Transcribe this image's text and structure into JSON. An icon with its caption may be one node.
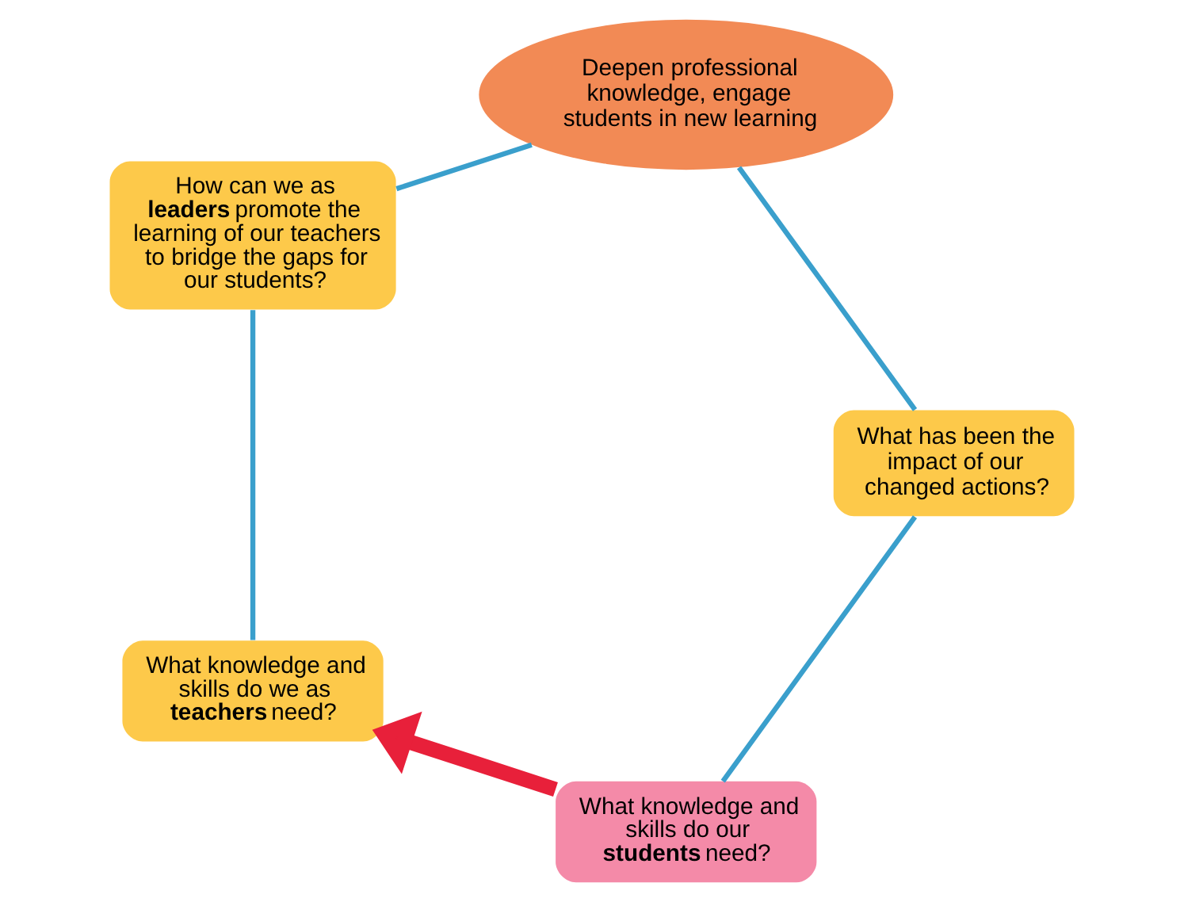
{
  "diagram": {
    "nodes": [
      {
        "text": [
          "What knowledge and skills do our **students** need?"
        ]
      },
      {
        "text": [
          "What knowledge and skills do we as **teachers** need?"
        ]
      },
      {
        "text": [
          "How can we as **leaders** promote the learning of our teachers to bridge the gaps for our students?"
        ]
      },
      {
        "text": [
          "Deepen professional knowledge, engage students in new learning"
        ]
      },
      {
        "text": [
          "What has been the impact of our changed actions?"
        ]
      }
    ],
    "edges": [
      {
        "from": 0,
        "to": 1,
        "arrow": "to",
        "style": "thick",
        "color": "#e8203a"
      },
      {
        "from": 1,
        "to": 2,
        "arrow": "none"
      },
      {
        "from": 2,
        "to": 3,
        "arrow": "none"
      },
      {
        "from": 3,
        "to": 4,
        "arrow": "none"
      },
      {
        "from": 4,
        "to": 0,
        "arrow": "none"
      }
    ]
  }
}
